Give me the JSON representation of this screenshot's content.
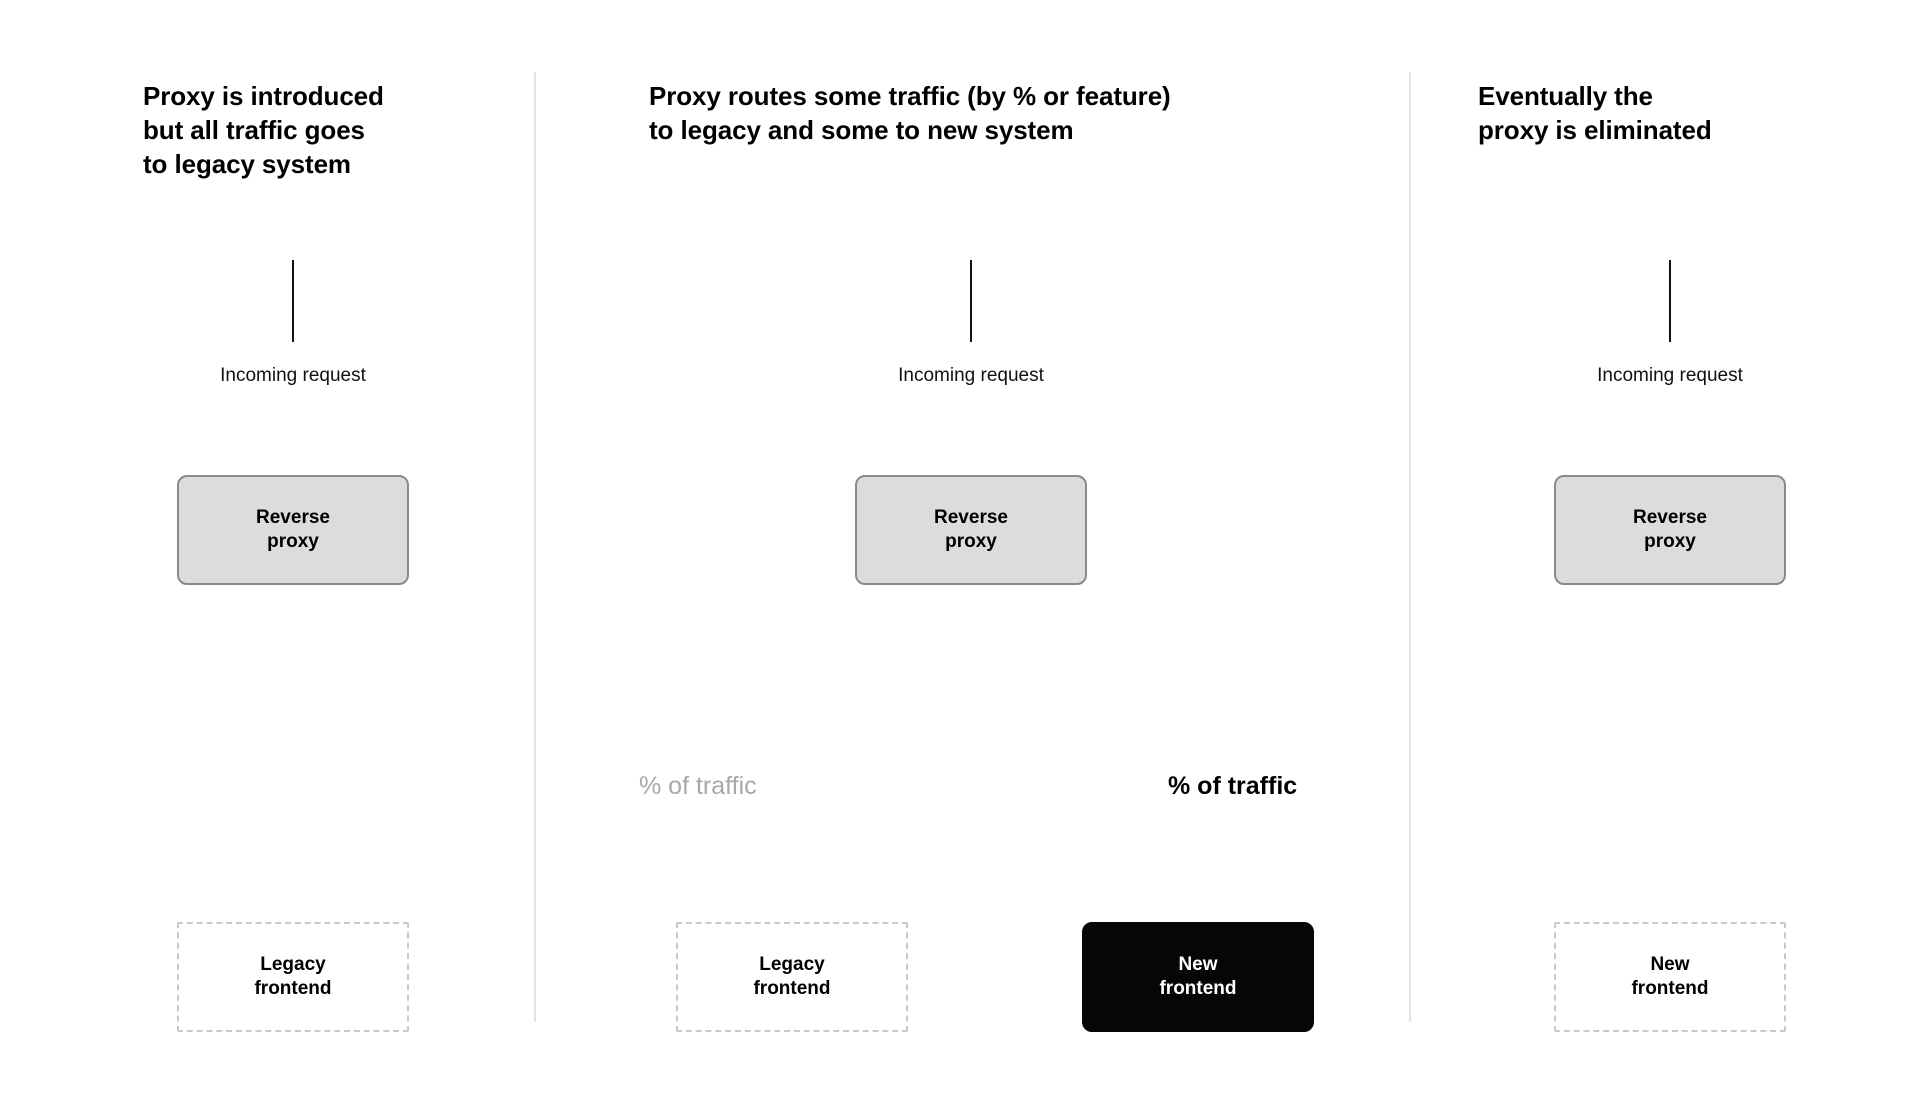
{
  "diagram": {
    "title_semantic": "strangler-fig-reverse-proxy-migration",
    "background_color": "#ffffff",
    "divider_color": "#e3e3e3"
  },
  "panels": [
    {
      "id": "panel-1",
      "title": "Proxy is introduced\nbut all traffic goes\nto legacy system",
      "incoming_label": "Incoming request",
      "proxy_label": "Reverse\nproxy",
      "target_label": "Legacy\nfrontend",
      "target_style": "dashed",
      "proxy_to_target_arrow_color": "#9a9a9a",
      "incoming_arrow_color": "#111111"
    },
    {
      "id": "panel-2",
      "title": "Proxy routes some traffic (by % or feature)\nto legacy and some to new system",
      "incoming_label": "Incoming request",
      "proxy_label": "Reverse\nproxy",
      "left_traffic_label": "% of traffic",
      "right_traffic_label": "% of traffic",
      "left_target_label": "Legacy\nfrontend",
      "right_target_label": "New\nfrontend",
      "left_target_style": "dashed",
      "right_target_style": "solid-black",
      "left_branch_arrow_color": "#9a9a9a",
      "right_branch_arrow_color": "#060606",
      "incoming_arrow_color": "#111111"
    },
    {
      "id": "panel-3",
      "title": "Eventually the\nproxy is eliminated",
      "incoming_label": "Incoming request",
      "proxy_label": "Reverse\nproxy",
      "target_label": "New\nfrontend",
      "target_style": "dashed",
      "proxy_to_target_arrow_color": "#9a9a9a",
      "incoming_arrow_color": "#111111"
    }
  ],
  "colors": {
    "proxy_fill": "#dcdcdc",
    "proxy_border": "#8a8a8a",
    "new_frontend_fill": "#060606",
    "new_frontend_text": "#ffffff",
    "dashed_border": "#c9c9c9",
    "muted_text": "#a8a8a8",
    "body_text": "#111111"
  }
}
